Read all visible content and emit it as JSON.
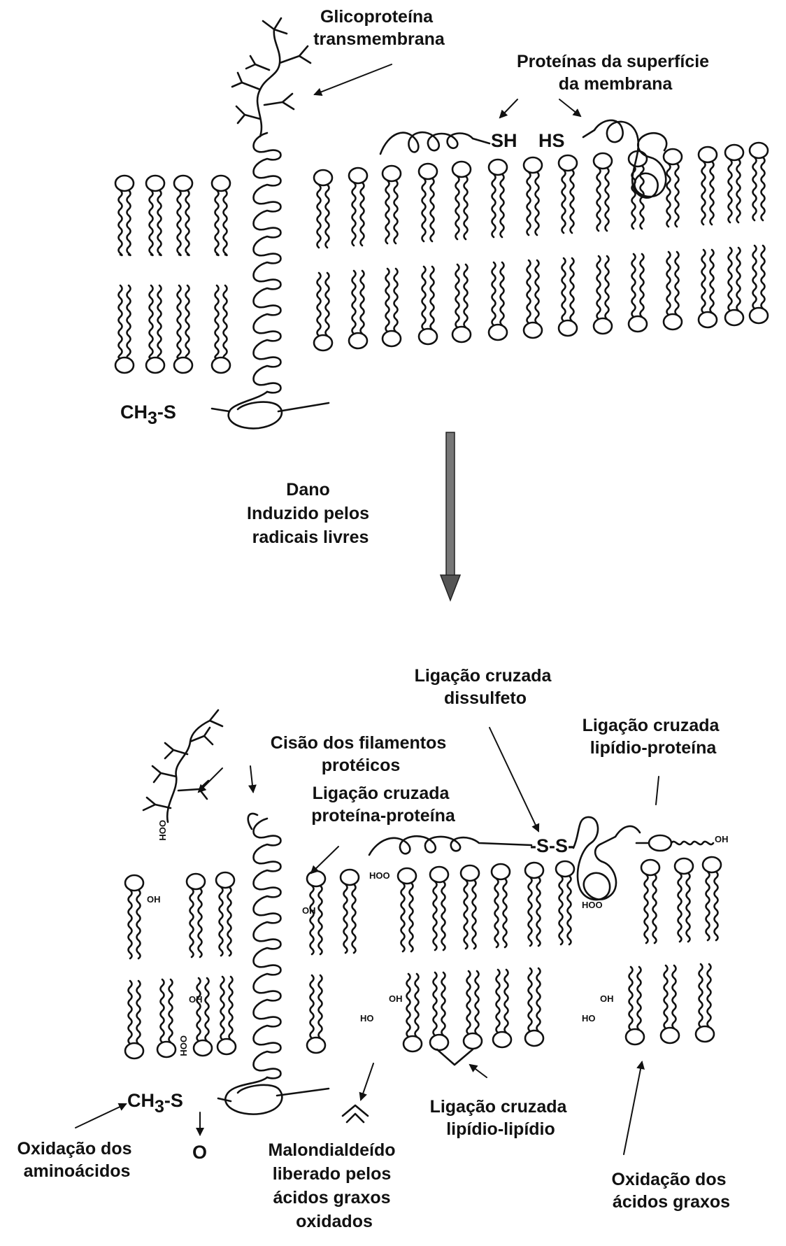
{
  "top": {
    "glycoprotein": [
      "Glicoproteína",
      "transmembrana"
    ],
    "surface_proteins": [
      "Proteínas da superfície",
      "da membrana"
    ],
    "sh": "SH",
    "hs": "HS",
    "ch3": "CH",
    "ch3_sub": "3",
    "s": "-S"
  },
  "middle": {
    "arrow_label": [
      "Dano",
      "Induzido pelos",
      "radicais livres"
    ]
  },
  "bottom": {
    "disulfide": [
      "Ligação cruzada",
      "dissulfeto"
    ],
    "lipid_protein": [
      "Ligação cruzada",
      "lipídio-proteína"
    ],
    "scission": [
      "Cisão dos filamentos",
      "protéicos"
    ],
    "protein_protein": [
      "Ligação cruzada",
      "proteína-proteína"
    ],
    "ss": "-S-S-",
    "ch3": "CH",
    "ch3_sub": "3",
    "s": "-S",
    "o": "O",
    "amino_ox": [
      "Oxidação dos",
      "aminoácidos"
    ],
    "malondialdehyde": [
      "Malondialdeído",
      "liberado pelos",
      "ácidos graxos",
      "oxidados"
    ],
    "lipid_lipid": [
      "Ligação cruzada",
      "lipídio-lipídio"
    ],
    "fatty_ox": [
      "Oxidação dos",
      "ácidos graxos"
    ],
    "tags": {
      "ooh": "OOH",
      "oh": "OH",
      "ho": "HO",
      "hoo": "HOO"
    }
  }
}
